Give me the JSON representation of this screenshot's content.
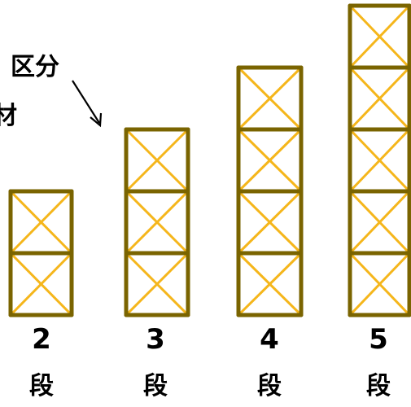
{
  "annotation": {
    "line1": "区分",
    "line2": "材"
  },
  "towers": [
    {
      "count": "2",
      "unit": "段",
      "tiers": 2
    },
    {
      "count": "3",
      "unit": "段",
      "tiers": 3
    },
    {
      "count": "4",
      "unit": "段",
      "tiers": 4
    },
    {
      "count": "5",
      "unit": "段",
      "tiers": 5
    }
  ],
  "colors": {
    "frame": "#7a6400",
    "brace": "#f5b61b",
    "text": "#000000"
  }
}
